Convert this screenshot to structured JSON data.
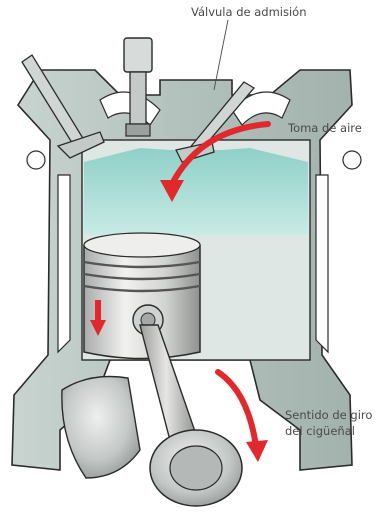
{
  "labels": {
    "intake_valve": "Válvula de admisión",
    "air_intake": "Toma de aire",
    "crank_rotation_line1": "Sentido de giro",
    "crank_rotation_line2": "del cigüeñal"
  },
  "colors": {
    "engine_block": "#b9c6c1",
    "block_shadow": "#8e9c97",
    "combustion_chamber": "#a9ddd6",
    "piston_metal": "#d8d8d6",
    "arrow": "#e0282d",
    "outline": "#2b2b2b"
  }
}
